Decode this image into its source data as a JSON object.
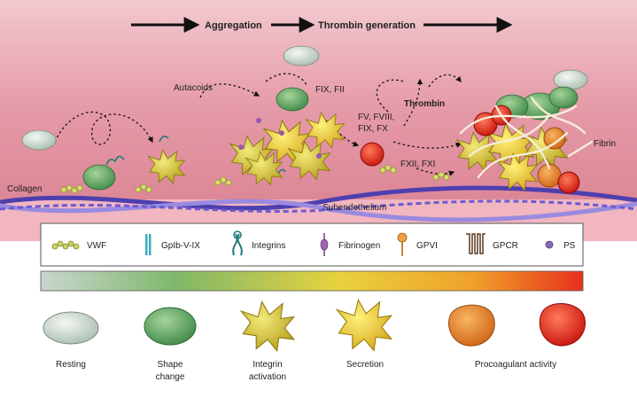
{
  "flow": {
    "step1": "Aggregation",
    "step2": "Thrombin generation"
  },
  "scene_labels": {
    "collagen": "Collagen",
    "subendothelium": "Subendothelium",
    "autacoids": "Autacoids",
    "fix_fii": "FIX, FII",
    "thrombin": "Thrombin",
    "cofactors_line1": "FV, FVIII,",
    "cofactors_line2": "FIX, FX",
    "contact": "FXII, FXI",
    "fibrin": "Fibrin"
  },
  "legend": {
    "items": [
      {
        "key": "vwf",
        "label": "VWF",
        "icon": "vwf-icon"
      },
      {
        "key": "gpib",
        "label": "GpIb-V-IX",
        "icon": "gpib-icon"
      },
      {
        "key": "integrins",
        "label": "Integrins",
        "icon": "integrin-icon"
      },
      {
        "key": "fibrinogen",
        "label": "Fibrinogen",
        "icon": "fibrinogen-icon"
      },
      {
        "key": "gpvi",
        "label": "GPVI",
        "icon": "gpvi-icon"
      },
      {
        "key": "gpcr",
        "label": "GPCR",
        "icon": "gpcr-icon"
      },
      {
        "key": "ps",
        "label": "PS",
        "icon": "ps-icon"
      }
    ]
  },
  "gradient_colors": [
    "#c9d6cf",
    "#7fb86a",
    "#e8d23c",
    "#f0a02a",
    "#e8301c"
  ],
  "stages": [
    {
      "line1": "Resting",
      "line2": "",
      "color": "#dfe9e2"
    },
    {
      "line1": "Shape",
      "line2": "change",
      "color": "#6fae6c"
    },
    {
      "line1": "Integrin",
      "line2": "activation",
      "color": "#d8cc3c"
    },
    {
      "line1": "Secretion",
      "line2": "",
      "color": "#f0d84a"
    },
    {
      "line1": "Procoagulant activity",
      "line2": "",
      "color": "#f08a2a"
    }
  ],
  "colors": {
    "background": "#e7a7b2",
    "collagen": "#7060c8",
    "red_platelet": "#e02a1e"
  }
}
